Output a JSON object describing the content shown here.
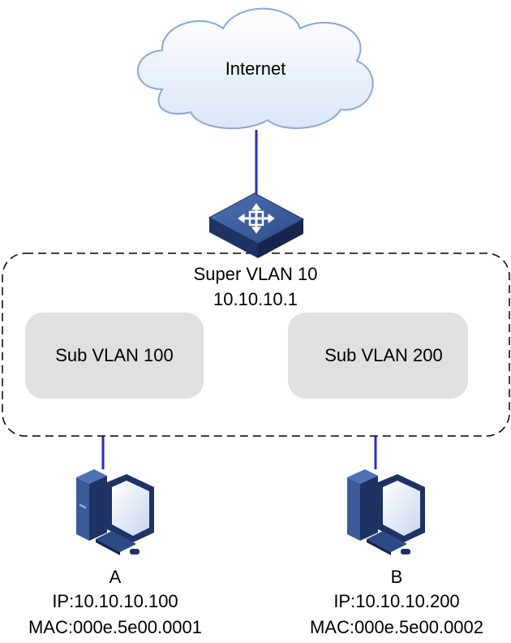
{
  "cloud": {
    "label": "Internet"
  },
  "super_vlan": {
    "name": "Super VLAN 10",
    "ip": "10.10.10.1"
  },
  "sub_vlans": [
    {
      "label": "Sub VLAN 100"
    },
    {
      "label": "Sub VLAN 200"
    }
  ],
  "hosts": [
    {
      "name": "A",
      "ip": "IP:10.10.10.100",
      "mac": "MAC:000e.5e00.0001"
    },
    {
      "name": "B",
      "ip": "IP:10.10.10.200",
      "mac": "MAC:000e.5e00.0002"
    }
  ],
  "colors": {
    "link": "#2a2ad0",
    "cloud_fill": "#e8f0fb",
    "cloud_stroke": "#8aa7d8",
    "device_top": "#3a5a9a",
    "device_side": "#1e3264",
    "subvlan_fill": "#e0e0e0"
  }
}
